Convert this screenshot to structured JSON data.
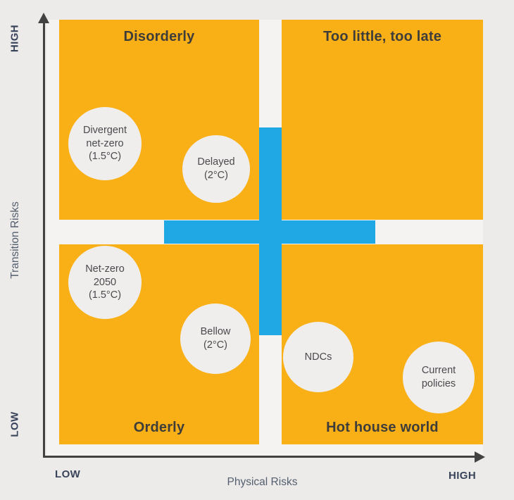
{
  "diagram": {
    "type": "quadrant-matrix",
    "y_axis": {
      "name": "Transition Risks",
      "high": "HIGH",
      "low": "LOW"
    },
    "x_axis": {
      "name": "Physical Risks",
      "high": "HIGH",
      "low": "LOW"
    },
    "quadrants": [
      {
        "position": "top-left",
        "title": "Disorderly"
      },
      {
        "position": "top-right",
        "title": "Too little, too late"
      },
      {
        "position": "bottom-left",
        "title": "Orderly"
      },
      {
        "position": "bottom-right",
        "title": "Hot house world"
      }
    ],
    "scenarios": [
      {
        "label": "Divergent net-zero (1.5°C)",
        "quadrant": "top-left",
        "lines": [
          "Divergent",
          "net-zero",
          "(1.5°C)"
        ]
      },
      {
        "label": "Delayed (2°C)",
        "quadrant": "top-left",
        "lines": [
          "Delayed",
          "(2°C)"
        ]
      },
      {
        "label": "Net-zero 2050 (1.5°C)",
        "quadrant": "bottom-left",
        "lines": [
          "Net-zero",
          "2050",
          "(1.5°C)"
        ]
      },
      {
        "label": "Bellow (2°C)",
        "quadrant": "bottom-left",
        "lines": [
          "Bellow",
          "(2°C)"
        ]
      },
      {
        "label": "NDCs",
        "quadrant": "bottom-right",
        "lines": [
          "NDCs"
        ]
      },
      {
        "label": "Current policies",
        "quadrant": "bottom-right",
        "lines": [
          "Current",
          "policies"
        ]
      }
    ],
    "colors": {
      "quadrant_fill": "#F9B017",
      "cross": "#1FA8E3",
      "background": "#ECEBEA",
      "bubble_fill": "#EFEEEC",
      "title_text": "#3E3D39",
      "bubble_text": "#4A4A4E",
      "axis_line": "#424242",
      "axis_extreme_text": "#39445A",
      "axis_name_text": "#545E6D"
    }
  }
}
